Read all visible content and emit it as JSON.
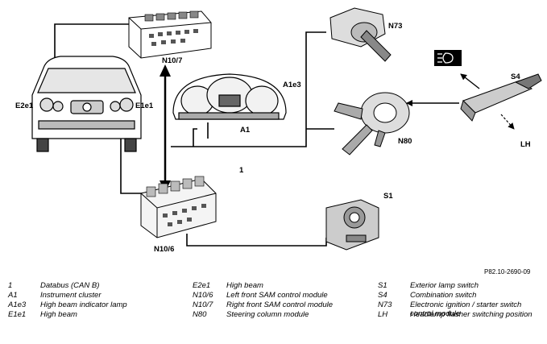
{
  "reference": "P82.10-2690-09",
  "labels": {
    "n10_7": "N10/7",
    "n73": "N73",
    "s4": "S4",
    "a1e3": "A1e3",
    "e2e1": "E2e1",
    "e1e1": "E1e1",
    "a1": "A1",
    "n80": "N80",
    "lh": "LH",
    "one": "1",
    "s1": "S1",
    "n10_6": "N10/6"
  },
  "legend": {
    "col1": [
      {
        "code": "1",
        "desc": "Databus (CAN B)"
      },
      {
        "code": "A1",
        "desc": "Instrument cluster"
      },
      {
        "code": "A1e3",
        "desc": "High beam indicator lamp"
      },
      {
        "code": "E1e1",
        "desc": "High beam"
      }
    ],
    "col2": [
      {
        "code": "E2e1",
        "desc": "High beam"
      },
      {
        "code": "N10/6",
        "desc": "Left front SAM control module"
      },
      {
        "code": "N10/7",
        "desc": "Right front SAM control module"
      },
      {
        "code": "N80",
        "desc": "Steering column module"
      }
    ],
    "col3": [
      {
        "code": "S1",
        "desc": "Exterior lamp switch"
      },
      {
        "code": "S4",
        "desc": "Combination switch"
      },
      {
        "code": "N73",
        "desc": "Electronic ignition / starter switch control module"
      },
      {
        "code": "LH",
        "desc": "Headlamp flasher switching position"
      }
    ]
  }
}
